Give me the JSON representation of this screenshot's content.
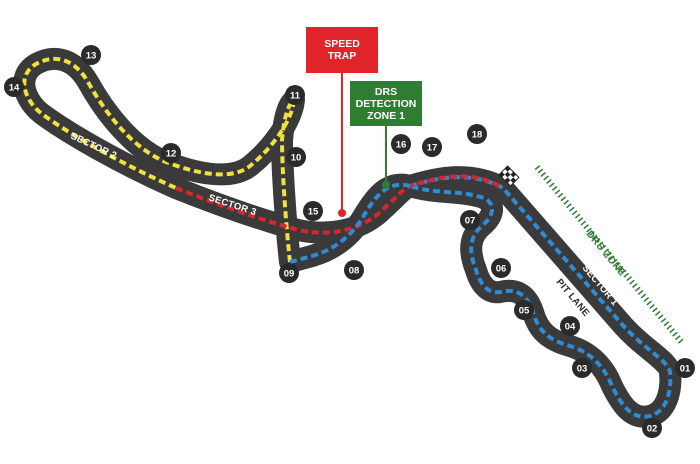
{
  "colors": {
    "track": "#3a3a3a",
    "sector1": "#2e8bd8",
    "sector2": "#f0e13c",
    "sector3": "#d8262e",
    "speed_trap": "#e1232a",
    "drs": "#2e7d32",
    "badge": "#2a2a2a",
    "pit_lane": "#4a4a4a"
  },
  "icons": [
    "checkered-flag-icon"
  ],
  "speed_trap": {
    "line1": "SPEED",
    "line2": "TRAP"
  },
  "drs_detection": {
    "line1": "DRS",
    "line2": "DETECTION",
    "line3": "ZONE 1"
  },
  "drs_zone_label": "DRS ZONE",
  "pit_lane_label": "PIT LANE",
  "sectors": {
    "s1": "SECTOR 1",
    "s2": "SECTOR 2",
    "s3": "SECTOR 3"
  },
  "turns": [
    "01",
    "02",
    "03",
    "04",
    "05",
    "06",
    "07",
    "08",
    "09",
    "10",
    "11",
    "12",
    "13",
    "14",
    "15",
    "16",
    "17",
    "18"
  ]
}
